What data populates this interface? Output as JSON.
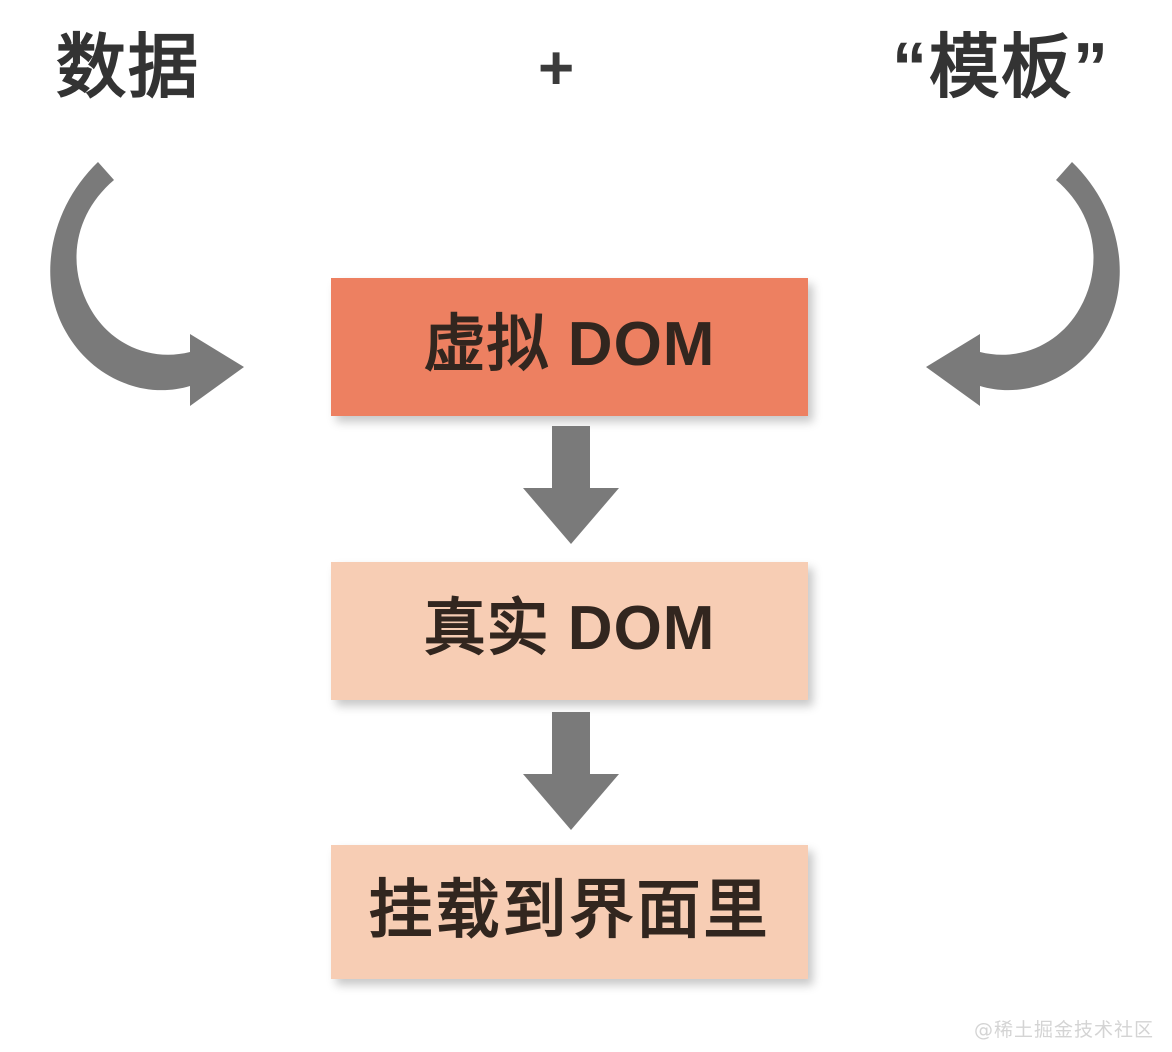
{
  "diagram": {
    "title_left": "数据",
    "operator": "+",
    "title_right": "“模板”",
    "steps": [
      {
        "label": "虚拟 DOM",
        "color": "#ed8061"
      },
      {
        "label": "真实 DOM",
        "color": "#f7cdb4"
      },
      {
        "label": "挂载到界面里",
        "color": "#f7cdb4"
      }
    ],
    "icons": {
      "curve_left": "curved-arrow-down-right-icon",
      "curve_right": "curved-arrow-down-left-icon",
      "down_arrow": "arrow-down-icon"
    },
    "colors": {
      "background": "#ffffff",
      "accent_orange": "#ed8061",
      "accent_peach": "#f7cdb4",
      "arrow_grey": "#7a7a7a",
      "text_dark": "#333333",
      "box_text": "#32261f",
      "watermark": "#d4d4d4"
    }
  },
  "watermark": {
    "text": "@稀土掘金技术社区"
  }
}
